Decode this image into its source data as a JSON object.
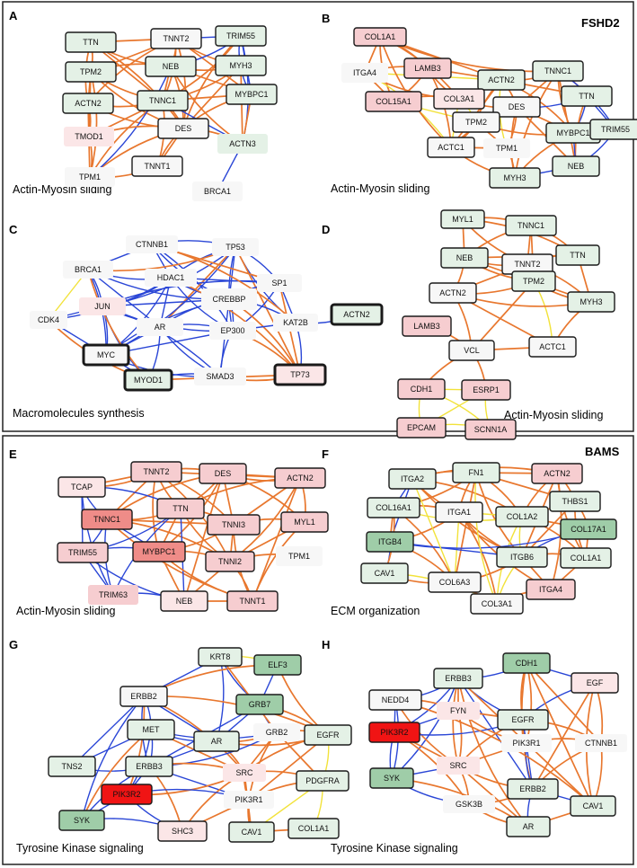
{
  "colors": {
    "orange_edge": "#e8772e",
    "blue_edge": "#2a46d6",
    "yellow_edge": "#f2e23a",
    "pale": "#f7f7f7",
    "light_green": "#e4f1e6",
    "mid_green": "#9fcda8",
    "pink": "#f6cdd0",
    "light_pink": "#fbe6e7",
    "dark_pink": "#ef8c88",
    "red": "#f01414"
  },
  "groups": [
    {
      "label": "FSHD2"
    },
    {
      "label": "BAMS"
    }
  ],
  "panels": [
    {
      "letter": "A",
      "caption": "Actin-Myosin sliding",
      "nodes": [
        {
          "label": "TTN",
          "fill": "light_green",
          "border": true
        },
        {
          "label": "TNNT2",
          "fill": "pale",
          "border": true
        },
        {
          "label": "TRIM55",
          "fill": "light_green",
          "border": true
        },
        {
          "label": "TPM2",
          "fill": "light_green",
          "border": true
        },
        {
          "label": "NEB",
          "fill": "light_green",
          "border": true
        },
        {
          "label": "MYH3",
          "fill": "light_green",
          "border": true
        },
        {
          "label": "ACTN2",
          "fill": "light_green",
          "border": true
        },
        {
          "label": "TNNC1",
          "fill": "light_green",
          "border": true
        },
        {
          "label": "MYBPC1",
          "fill": "light_green",
          "border": true
        },
        {
          "label": "TMOD1",
          "fill": "light_pink",
          "border": false
        },
        {
          "label": "DES",
          "fill": "pale",
          "border": true
        },
        {
          "label": "ACTN3",
          "fill": "light_green",
          "border": false
        },
        {
          "label": "TPM1",
          "fill": "pale",
          "border": false
        },
        {
          "label": "TNNT1",
          "fill": "pale",
          "border": true
        },
        {
          "label": "BRCA1",
          "fill": "pale",
          "border": false
        }
      ]
    },
    {
      "letter": "B",
      "caption": "Actin-Myosin sliding",
      "nodes": [
        {
          "label": "COL1A1",
          "fill": "pink",
          "border": true
        },
        {
          "label": "ITGA4",
          "fill": "pale",
          "border": false
        },
        {
          "label": "LAMB3",
          "fill": "pink",
          "border": true
        },
        {
          "label": "ACTN2",
          "fill": "light_green",
          "border": true
        },
        {
          "label": "TNNC1",
          "fill": "light_green",
          "border": true
        },
        {
          "label": "COL15A1",
          "fill": "pink",
          "border": true
        },
        {
          "label": "COL3A1",
          "fill": "light_pink",
          "border": true
        },
        {
          "label": "DES",
          "fill": "pale",
          "border": true
        },
        {
          "label": "TTN",
          "fill": "light_green",
          "border": true
        },
        {
          "label": "TPM2",
          "fill": "pale",
          "border": true
        },
        {
          "label": "MYBPC1",
          "fill": "light_green",
          "border": true
        },
        {
          "label": "TRIM55",
          "fill": "light_green",
          "border": true
        },
        {
          "label": "ACTC1",
          "fill": "pale",
          "border": true
        },
        {
          "label": "TPM1",
          "fill": "pale",
          "border": false
        },
        {
          "label": "NEB",
          "fill": "light_green",
          "border": true
        },
        {
          "label": "MYH3",
          "fill": "light_green",
          "border": true
        }
      ]
    },
    {
      "letter": "C",
      "caption": "Macromolecules synthesis",
      "nodes": [
        {
          "label": "CTNNB1",
          "fill": "pale",
          "border": false
        },
        {
          "label": "TP53",
          "fill": "pale",
          "border": false
        },
        {
          "label": "BRCA1",
          "fill": "pale",
          "border": false
        },
        {
          "label": "HDAC1",
          "fill": "pale",
          "border": false
        },
        {
          "label": "SP1",
          "fill": "pale",
          "border": false
        },
        {
          "label": "CREBBP",
          "fill": "pale",
          "border": false
        },
        {
          "label": "JUN",
          "fill": "light_pink",
          "border": false
        },
        {
          "label": "CDK4",
          "fill": "pale",
          "border": false
        },
        {
          "label": "AR",
          "fill": "pale",
          "border": false
        },
        {
          "label": "EP300",
          "fill": "pale",
          "border": false
        },
        {
          "label": "KAT2B",
          "fill": "pale",
          "border": false
        },
        {
          "label": "ACTN2",
          "fill": "light_green",
          "border": true,
          "thick": true
        },
        {
          "label": "MYC",
          "fill": "pale",
          "border": true,
          "thick": true
        },
        {
          "label": "MYOD1",
          "fill": "light_green",
          "border": true,
          "thick": true
        },
        {
          "label": "SMAD3",
          "fill": "pale",
          "border": false
        },
        {
          "label": "TP73",
          "fill": "light_pink",
          "border": true,
          "thick": true
        }
      ]
    },
    {
      "letter": "D",
      "caption": "Actin-Myosin sliding",
      "nodes": [
        {
          "label": "MYL1",
          "fill": "light_green",
          "border": true
        },
        {
          "label": "TNNC1",
          "fill": "light_green",
          "border": true
        },
        {
          "label": "NEB",
          "fill": "light_green",
          "border": true
        },
        {
          "label": "TNNT2",
          "fill": "pale",
          "border": true
        },
        {
          "label": "TTN",
          "fill": "light_green",
          "border": true
        },
        {
          "label": "ACTN2",
          "fill": "pale",
          "border": true
        },
        {
          "label": "TPM2",
          "fill": "light_green",
          "border": true
        },
        {
          "label": "MYH3",
          "fill": "light_green",
          "border": true
        },
        {
          "label": "LAMB3",
          "fill": "pink",
          "border": true
        },
        {
          "label": "VCL",
          "fill": "pale",
          "border": true
        },
        {
          "label": "ACTC1",
          "fill": "pale",
          "border": true
        },
        {
          "label": "CDH1",
          "fill": "pink",
          "border": true
        },
        {
          "label": "ESRP1",
          "fill": "pink",
          "border": true
        },
        {
          "label": "EPCAM",
          "fill": "pink",
          "border": true
        },
        {
          "label": "SCNN1A",
          "fill": "pink",
          "border": true
        }
      ]
    },
    {
      "letter": "E",
      "caption": "Actin-Myosin sliding",
      "nodes": [
        {
          "label": "TNNT2",
          "fill": "pink",
          "border": true
        },
        {
          "label": "DES",
          "fill": "pink",
          "border": true
        },
        {
          "label": "TCAP",
          "fill": "light_pink",
          "border": true
        },
        {
          "label": "ACTN2",
          "fill": "pink",
          "border": true
        },
        {
          "label": "TNNC1",
          "fill": "dark_pink",
          "border": true
        },
        {
          "label": "TTN",
          "fill": "pink",
          "border": true
        },
        {
          "label": "TNNI3",
          "fill": "pink",
          "border": true
        },
        {
          "label": "MYL1",
          "fill": "pink",
          "border": true
        },
        {
          "label": "TRIM55",
          "fill": "pink",
          "border": true
        },
        {
          "label": "MYBPC1",
          "fill": "dark_pink",
          "border": true
        },
        {
          "label": "TNNI2",
          "fill": "pink",
          "border": true
        },
        {
          "label": "TPM1",
          "fill": "pale",
          "border": false
        },
        {
          "label": "TRIM63",
          "fill": "pink",
          "border": false
        },
        {
          "label": "NEB",
          "fill": "light_pink",
          "border": true
        },
        {
          "label": "TNNT1",
          "fill": "pink",
          "border": true
        }
      ]
    },
    {
      "letter": "F",
      "caption": "ECM organization",
      "nodes": [
        {
          "label": "ITGA2",
          "fill": "light_green",
          "border": true
        },
        {
          "label": "FN1",
          "fill": "light_green",
          "border": true
        },
        {
          "label": "ACTN2",
          "fill": "pink",
          "border": true
        },
        {
          "label": "COL16A1",
          "fill": "light_green",
          "border": true
        },
        {
          "label": "ITGA1",
          "fill": "pale",
          "border": true
        },
        {
          "label": "COL1A2",
          "fill": "light_green",
          "border": true
        },
        {
          "label": "THBS1",
          "fill": "light_green",
          "border": true
        },
        {
          "label": "ITGB4",
          "fill": "mid_green",
          "border": true
        },
        {
          "label": "COL17A1",
          "fill": "mid_green",
          "border": true
        },
        {
          "label": "ITGB6",
          "fill": "light_green",
          "border": true
        },
        {
          "label": "COL1A1",
          "fill": "light_green",
          "border": true
        },
        {
          "label": "CAV1",
          "fill": "light_green",
          "border": true
        },
        {
          "label": "COL6A3",
          "fill": "pale",
          "border": true
        },
        {
          "label": "ITGA4",
          "fill": "pink",
          "border": true
        },
        {
          "label": "COL3A1",
          "fill": "pale",
          "border": true
        }
      ]
    },
    {
      "letter": "G",
      "caption": "Tyrosine Kinase signaling",
      "nodes": [
        {
          "label": "KRT8",
          "fill": "light_green",
          "border": true
        },
        {
          "label": "ELF3",
          "fill": "mid_green",
          "border": true
        },
        {
          "label": "ERBB2",
          "fill": "pale",
          "border": true
        },
        {
          "label": "GRB7",
          "fill": "mid_green",
          "border": true
        },
        {
          "label": "MET",
          "fill": "light_green",
          "border": true
        },
        {
          "label": "AR",
          "fill": "light_green",
          "border": true
        },
        {
          "label": "GRB2",
          "fill": "pale",
          "border": false
        },
        {
          "label": "EGFR",
          "fill": "light_green",
          "border": true
        },
        {
          "label": "TNS2",
          "fill": "light_green",
          "border": true
        },
        {
          "label": "ERBB3",
          "fill": "light_green",
          "border": true
        },
        {
          "label": "SRC",
          "fill": "light_pink",
          "border": false
        },
        {
          "label": "PDGFRA",
          "fill": "light_green",
          "border": true
        },
        {
          "label": "PIK3R2",
          "fill": "red",
          "border": true
        },
        {
          "label": "PIK3R1",
          "fill": "pale",
          "border": false
        },
        {
          "label": "SYK",
          "fill": "mid_green",
          "border": true
        },
        {
          "label": "SHC3",
          "fill": "light_pink",
          "border": true
        },
        {
          "label": "CAV1",
          "fill": "light_green",
          "border": true
        },
        {
          "label": "COL1A1",
          "fill": "light_green",
          "border": true
        }
      ]
    },
    {
      "letter": "H",
      "caption": "Tyrosine Kinase signaling",
      "nodes": [
        {
          "label": "CDH1",
          "fill": "mid_green",
          "border": true
        },
        {
          "label": "ERBB3",
          "fill": "light_green",
          "border": true
        },
        {
          "label": "EGF",
          "fill": "light_pink",
          "border": true
        },
        {
          "label": "NEDD4",
          "fill": "pale",
          "border": true
        },
        {
          "label": "FYN",
          "fill": "light_pink",
          "border": false
        },
        {
          "label": "EGFR",
          "fill": "light_green",
          "border": true
        },
        {
          "label": "PIK3R2",
          "fill": "red",
          "border": true
        },
        {
          "label": "PIK3R1",
          "fill": "pale",
          "border": false
        },
        {
          "label": "CTNNB1",
          "fill": "pale",
          "border": false
        },
        {
          "label": "SRC",
          "fill": "light_pink",
          "border": false
        },
        {
          "label": "SYK",
          "fill": "mid_green",
          "border": true
        },
        {
          "label": "ERBB2",
          "fill": "light_green",
          "border": true
        },
        {
          "label": "CAV1",
          "fill": "light_green",
          "border": true
        },
        {
          "label": "GSK3B",
          "fill": "pale",
          "border": false
        },
        {
          "label": "AR",
          "fill": "light_green",
          "border": true
        }
      ]
    }
  ]
}
